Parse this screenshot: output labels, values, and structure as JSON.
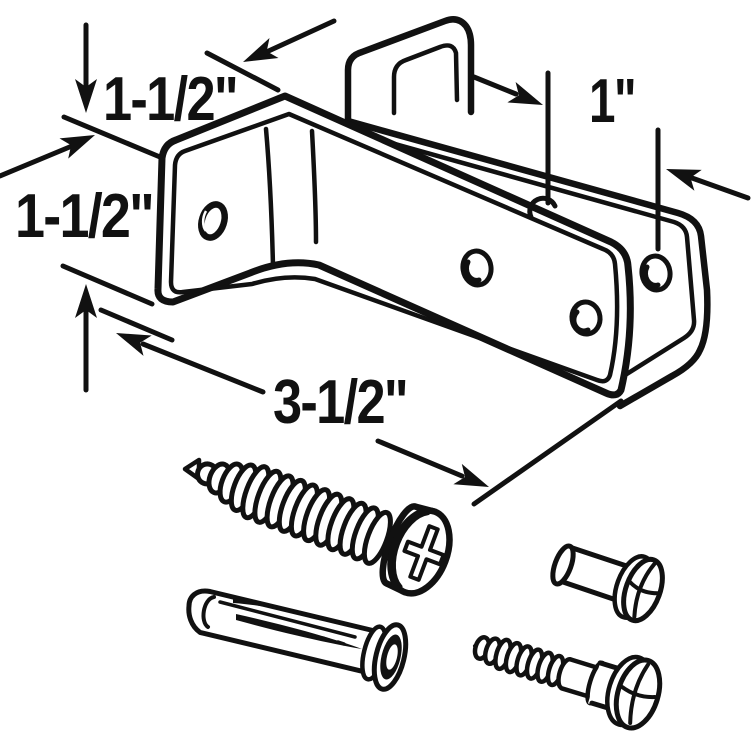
{
  "canvas": {
    "background": "#ffffff",
    "ink": "#111111"
  },
  "diagram": {
    "subject": "partition wall bracket with mounting hardware",
    "dimensions": {
      "flange_width": {
        "label": "1-1/2\""
      },
      "flange_height": {
        "label": "1-1/2\""
      },
      "top_offset": {
        "label": "1\""
      },
      "bracket_length": {
        "label": "3-1/2\""
      }
    },
    "hardware": [
      {
        "id": "screw",
        "name": "pan-head phillips screw"
      },
      {
        "id": "anchor",
        "name": "plastic wall anchor"
      },
      {
        "id": "barrel-nut",
        "name": "barrel nut"
      },
      {
        "id": "machine-bolt",
        "name": "threaded machine bolt"
      }
    ]
  }
}
